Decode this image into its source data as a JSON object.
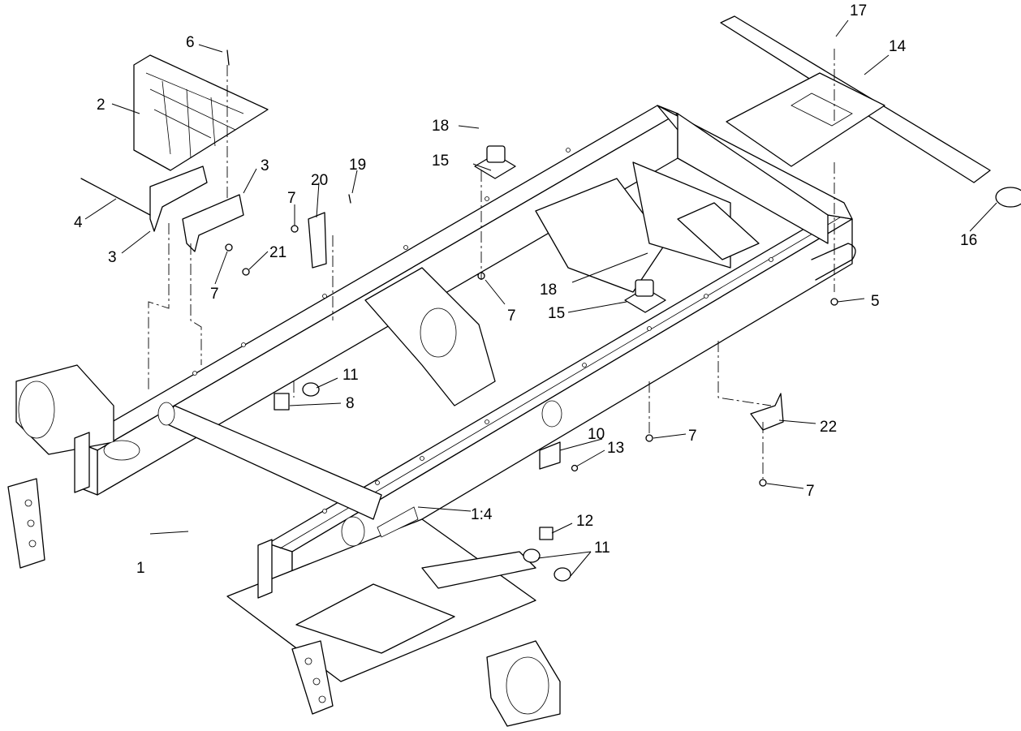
{
  "callouts": [
    {
      "label": "1"
    },
    {
      "label": "1:4"
    },
    {
      "label": "2"
    },
    {
      "label": "3"
    },
    {
      "label": "3"
    },
    {
      "label": "4"
    },
    {
      "label": "5"
    },
    {
      "label": "6"
    },
    {
      "label": "7"
    },
    {
      "label": "7"
    },
    {
      "label": "7"
    },
    {
      "label": "7"
    },
    {
      "label": "7"
    },
    {
      "label": "7"
    },
    {
      "label": "8"
    },
    {
      "label": "10"
    },
    {
      "label": "11"
    },
    {
      "label": "11"
    },
    {
      "label": "12"
    },
    {
      "label": "13"
    },
    {
      "label": "14"
    },
    {
      "label": "15"
    },
    {
      "label": "15"
    },
    {
      "label": "16"
    },
    {
      "label": "17"
    },
    {
      "label": "18"
    },
    {
      "label": "18"
    },
    {
      "label": "19"
    },
    {
      "label": "20"
    },
    {
      "label": "21"
    },
    {
      "label": "22"
    }
  ]
}
